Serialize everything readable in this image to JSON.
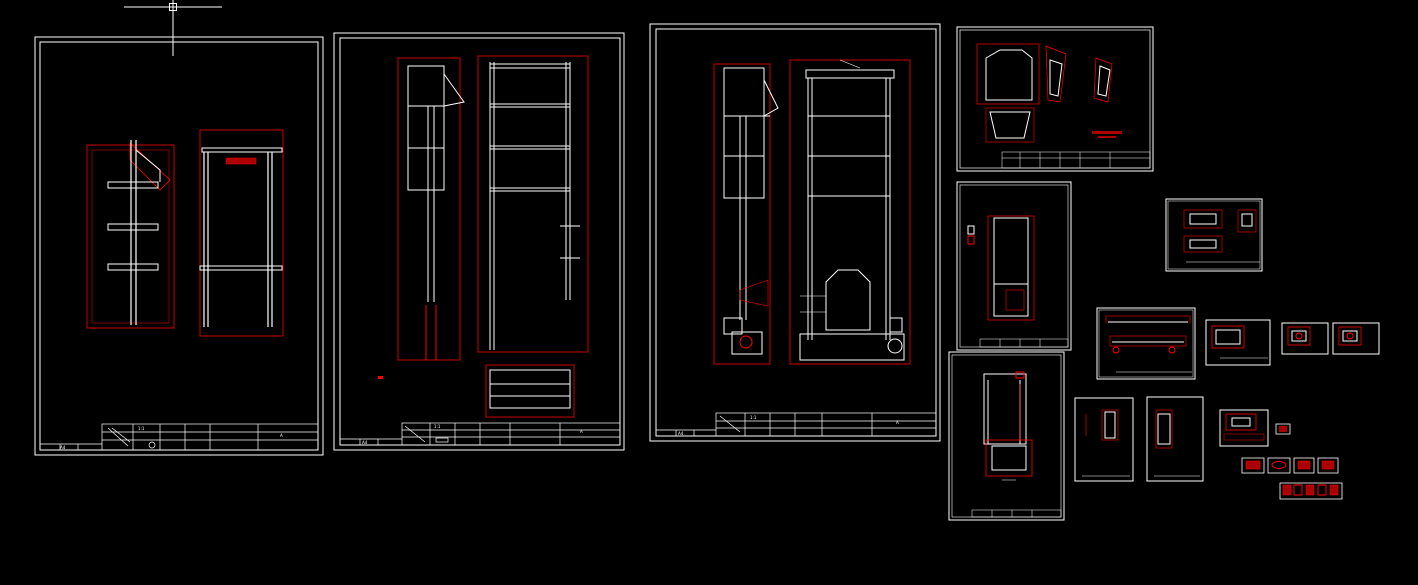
{
  "colors": {
    "background": "#000000",
    "frame": "#ffffff",
    "dimension": "#ff0000"
  },
  "crosshair": {
    "icon": "cad-crosshair-cursor-icon"
  },
  "sheets": [
    {
      "id": "sheet-1",
      "title_cells": [
        "1:1",
        "A4",
        "A"
      ]
    },
    {
      "id": "sheet-2",
      "title_cells": [
        "1:1",
        "A4",
        "A"
      ]
    },
    {
      "id": "sheet-3",
      "title_cells": [
        "1:1",
        "A4",
        "A"
      ]
    },
    {
      "id": "sheet-4",
      "title_cells": []
    },
    {
      "id": "sheet-5",
      "title_cells": []
    },
    {
      "id": "sheet-6",
      "title_cells": []
    }
  ]
}
